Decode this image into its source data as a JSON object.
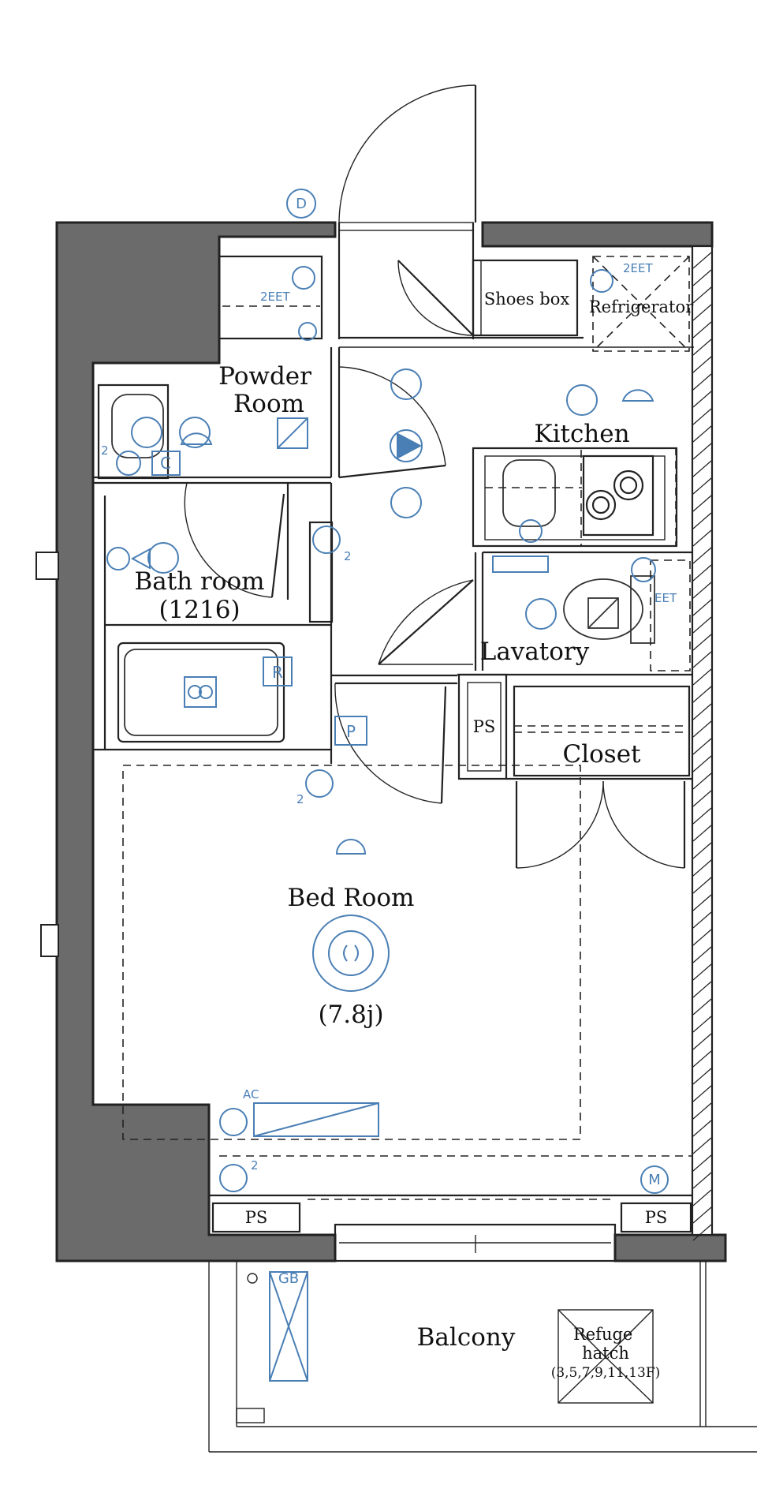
{
  "rooms": {
    "powder_room": "Powder\nRoom",
    "kitchen": "Kitchen",
    "bath_room": "Bath room",
    "bath_size": "(1216)",
    "lavatory": "Lavatory",
    "bed_room": "Bed Room",
    "bed_size": "(7.8j)",
    "balcony": "Balcony",
    "closet": "Closet",
    "shoes_box": "Shoes box",
    "refrigerator": "Refrigerator",
    "ps_upper": "PS",
    "ps_left": "PS",
    "ps_right": "PS",
    "refuge_hatch": "Refuge\nhatch",
    "refuge_floors": "(3,5,7,9,11,13F)"
  },
  "symbols": {
    "door_phone": "D",
    "meter": "M",
    "two_eet_a": "2EET",
    "two_eet_b": "2EET",
    "eet": "EET",
    "ac": "AC",
    "gb": "GB",
    "p": "P",
    "r": "R",
    "c": "C",
    "two_a": "2",
    "two_b": "2",
    "two_c": "2",
    "two_d": "2"
  },
  "colors": {
    "wall": "#6b6b6b",
    "symbol": "#4a7fb5",
    "line": "#222222"
  }
}
